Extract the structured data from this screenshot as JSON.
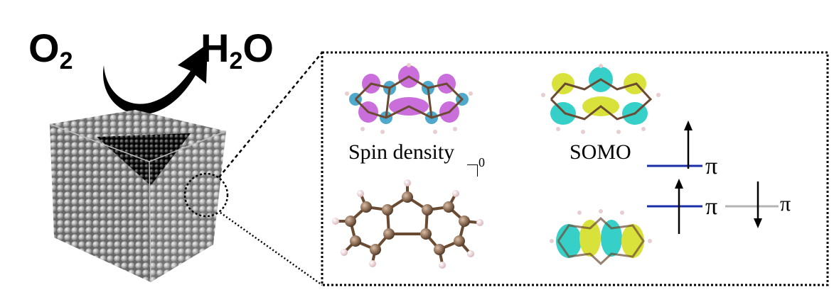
{
  "reaction": {
    "reactant": "O",
    "reactant_sub": "2",
    "product_pre": "H",
    "product_sub": "2",
    "product_post": "O"
  },
  "panel": {
    "spin_density_label": "Spin density",
    "spin_superscript": "0",
    "somo_label": "SOMO",
    "level_labels": [
      "π",
      "π",
      "π"
    ]
  },
  "colors": {
    "cube_grey": "#8c8c8c",
    "facet_dark": "#1a1a1a",
    "spin_up_purple": "#c45ed8",
    "spin_down_blue": "#4fa9cc",
    "somo_yellow": "#d9e23a",
    "somo_cyan": "#36d0c8",
    "carbon_brown": "#8a6a52",
    "hydrogen_pink": "#e8cdd1",
    "level_blue": "#1a2ea8",
    "level_grey": "#b4b4b4"
  }
}
